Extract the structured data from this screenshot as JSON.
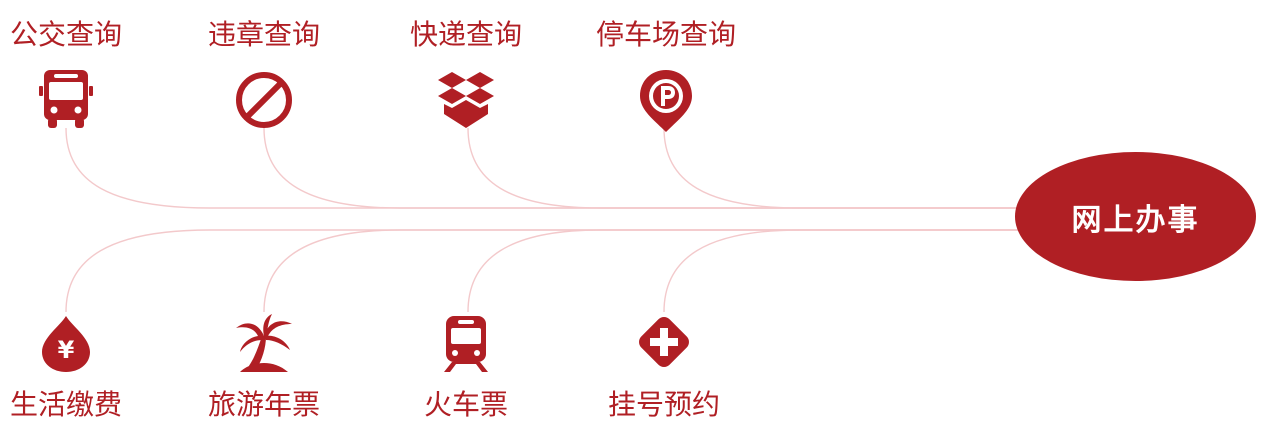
{
  "hub": {
    "label": "网上办事"
  },
  "services_top": [
    {
      "label": "公交查询",
      "icon": "bus-icon"
    },
    {
      "label": "违章查询",
      "icon": "prohibited-icon"
    },
    {
      "label": "快递查询",
      "icon": "open-box-icon"
    },
    {
      "label": "停车场查询",
      "icon": "parking-pin-icon"
    }
  ],
  "services_bottom": [
    {
      "label": "生活缴费",
      "icon": "yen-drop-icon"
    },
    {
      "label": "旅游年票",
      "icon": "palm-tree-icon"
    },
    {
      "label": "火车票",
      "icon": "train-icon"
    },
    {
      "label": "挂号预约",
      "icon": "medical-cross-icon"
    }
  ],
  "colors": {
    "accent": "#b01f24",
    "connector": "#f3c9cb",
    "background": "#ffffff"
  }
}
